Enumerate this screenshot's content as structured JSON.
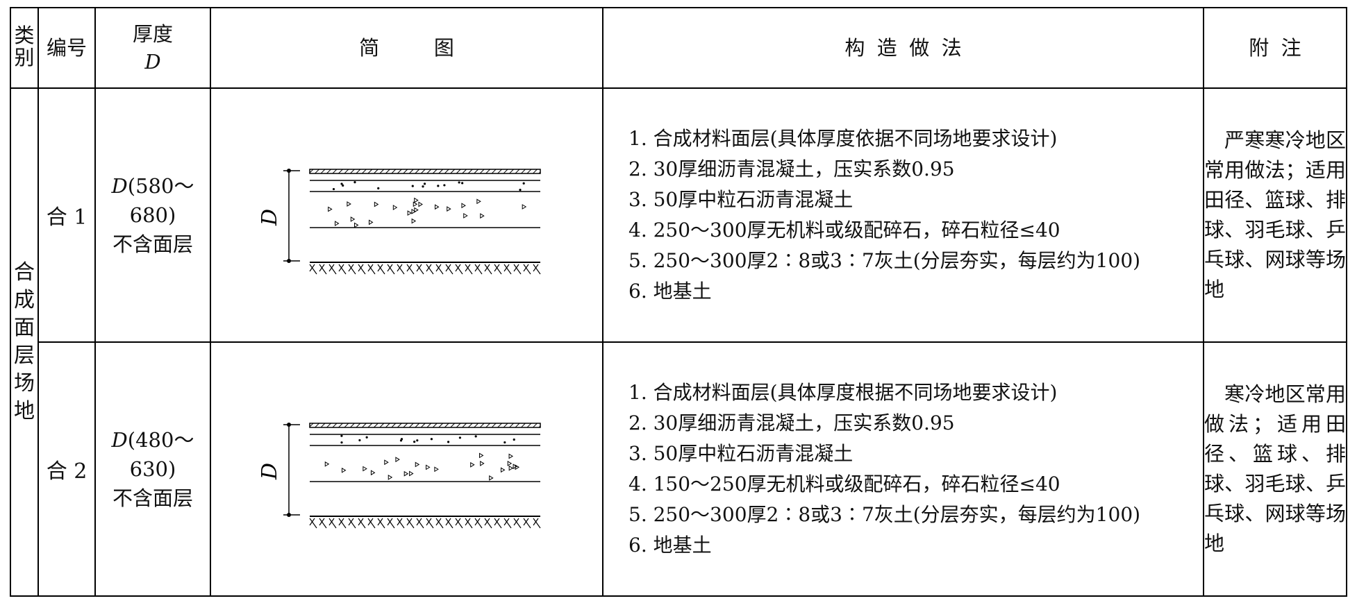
{
  "header": {
    "category": "类别",
    "code": "编号",
    "thickness": "厚度",
    "thickness_symbol": "D",
    "diagram": "简 图",
    "method": "构造做法",
    "note": "附注"
  },
  "category": "合成面层场地",
  "rows": [
    {
      "code": "合 1",
      "thickness_range": "D(580～680)",
      "thickness_note": "不含面层",
      "diagram_label": "D",
      "steps": [
        "1. 合成材料面层(具体厚度依据不同场地要求设计)",
        "2. 30厚细沥青混凝土，压实系数0.95",
        "3. 50厚中粒石沥青混凝土",
        "4. 250～300厚无机料或级配碎石，碎石粒径≤40",
        "5. 250～300厚2∶8或3∶7灰土(分层夯实，每层约为100)",
        "6. 地基土"
      ],
      "note": "严寒寒冷地区常用做法；适用田径、篮球、排球、羽毛球、乒乓球、网球等场地"
    },
    {
      "code": "合 2",
      "thickness_range": "D(480～630)",
      "thickness_note": "不含面层",
      "diagram_label": "D",
      "steps": [
        "1. 合成材料面层(具体厚度根据不同场地要求设计)",
        "2. 30厚细沥青混凝土，压实系数0.95",
        "3. 50厚中粒石沥青混凝土",
        "4. 150～250厚无机料或级配碎石，碎石粒径≤40",
        "5. 250～300厚2∶8或3∶7灰土(分层夯实，每层约为100)",
        "6. 地基土"
      ],
      "note": "寒冷地区常用做法；适用田径、篮球、排球、羽毛球、乒乓球、网球等场地"
    }
  ]
}
